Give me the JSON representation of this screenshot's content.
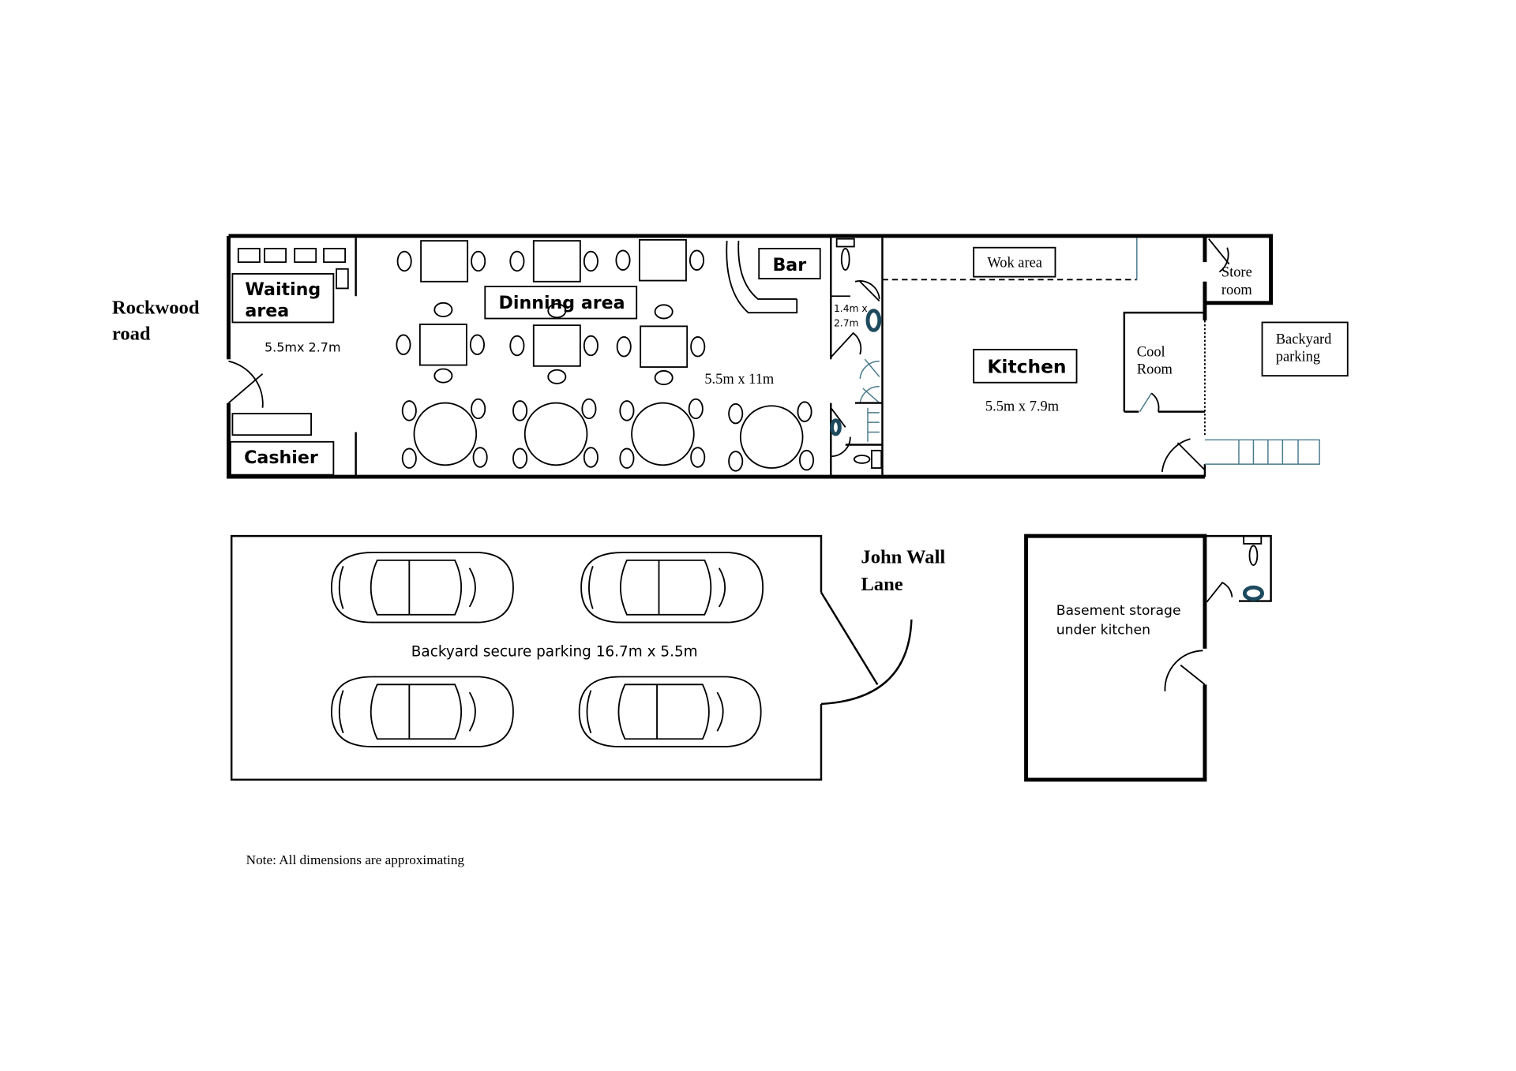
{
  "labels": {
    "rockwood_road": [
      "Rockwood",
      "road"
    ],
    "waiting_area": [
      "Waiting",
      "area"
    ],
    "waiting_dims": "5.5mx 2.7m",
    "cashier": "Cashier",
    "dining_area": "Dinning area",
    "dining_dims": "5.5m x 11m",
    "bar": "Bar",
    "restroom_dims": [
      "1.4m x",
      "2.7m"
    ],
    "wok_area": "Wok area",
    "kitchen": "Kitchen",
    "kitchen_dims": "5.5m x 7.9m",
    "cool_room": [
      "Cool",
      "Room"
    ],
    "store_room": [
      "Store",
      "room"
    ],
    "backyard_parking": [
      "Backyard",
      "parking"
    ],
    "john_wall_lane": [
      "John Wall",
      "Lane"
    ],
    "secure_parking": "Backyard secure parking 16.7m x 5.5m",
    "basement": [
      "Basement storage",
      "under kitchen"
    ],
    "note": "Note: All dimensions are approximating"
  },
  "colors": {
    "wall": "#000000",
    "fixture": "#1d4a5e",
    "stair": "#4a7a8c"
  }
}
